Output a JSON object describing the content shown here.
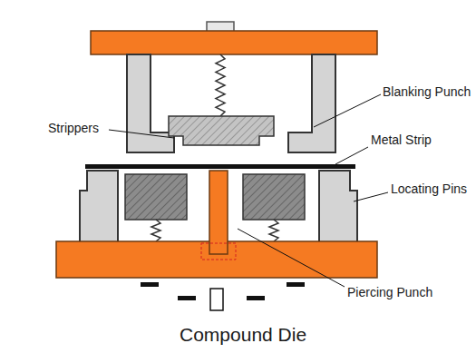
{
  "diagram": {
    "caption": "Compound Die",
    "labels": [
      "Strippers",
      "Blanking Punch",
      "Metal Strip",
      "Locating Pins",
      "Piercing Punch"
    ]
  }
}
